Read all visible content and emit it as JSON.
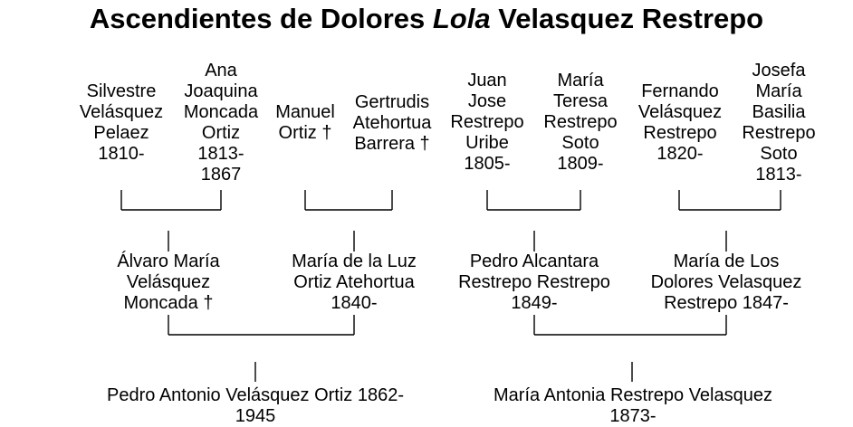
{
  "title": {
    "prefix": "Ascendientes de Dolores ",
    "italic": "Lola",
    "suffix": " Velasquez Restrepo"
  },
  "great_grandparents": [
    {
      "id": "silvestre",
      "text": "Silvestre\nVelásquez\nPelaez\n1810-"
    },
    {
      "id": "ana",
      "text": "Ana\nJoaquina\nMoncada\nOrtiz\n1813-\n1867"
    },
    {
      "id": "manuel",
      "text": "Manuel\nOrtiz †"
    },
    {
      "id": "gertrudis",
      "text": "Gertrudis\nAtehortua\nBarrera †"
    },
    {
      "id": "juan",
      "text": "Juan\nJose\nRestrepo\nUribe\n1805-"
    },
    {
      "id": "maria-teresa",
      "text": "María\nTeresa\nRestrepo\nSoto\n1809-"
    },
    {
      "id": "fernando",
      "text": "Fernando\nVelásquez\nRestrepo\n1820-"
    },
    {
      "id": "josefa",
      "text": "Josefa\nMaría\nBasilia\nRestrepo\nSoto\n1813-"
    }
  ],
  "grandparents": [
    {
      "id": "alvaro",
      "text": "Álvaro María\nVelásquez\nMoncada †"
    },
    {
      "id": "maria-luz",
      "text": "María de la Luz\nOrtiz Atehortua\n1840-"
    },
    {
      "id": "pedro-alcantara",
      "text": "Pedro Alcantara\nRestrepo Restrepo\n1849-"
    },
    {
      "id": "maria-dolores",
      "text": "María de Los\nDolores Velasquez\nRestrepo 1847-"
    }
  ],
  "parents": [
    {
      "id": "pedro-antonio",
      "text": "Pedro Antonio Velásquez Ortiz 1862-\n1945"
    },
    {
      "id": "maria-antonia",
      "text": "María Antonia Restrepo Velasquez\n1873-"
    }
  ]
}
